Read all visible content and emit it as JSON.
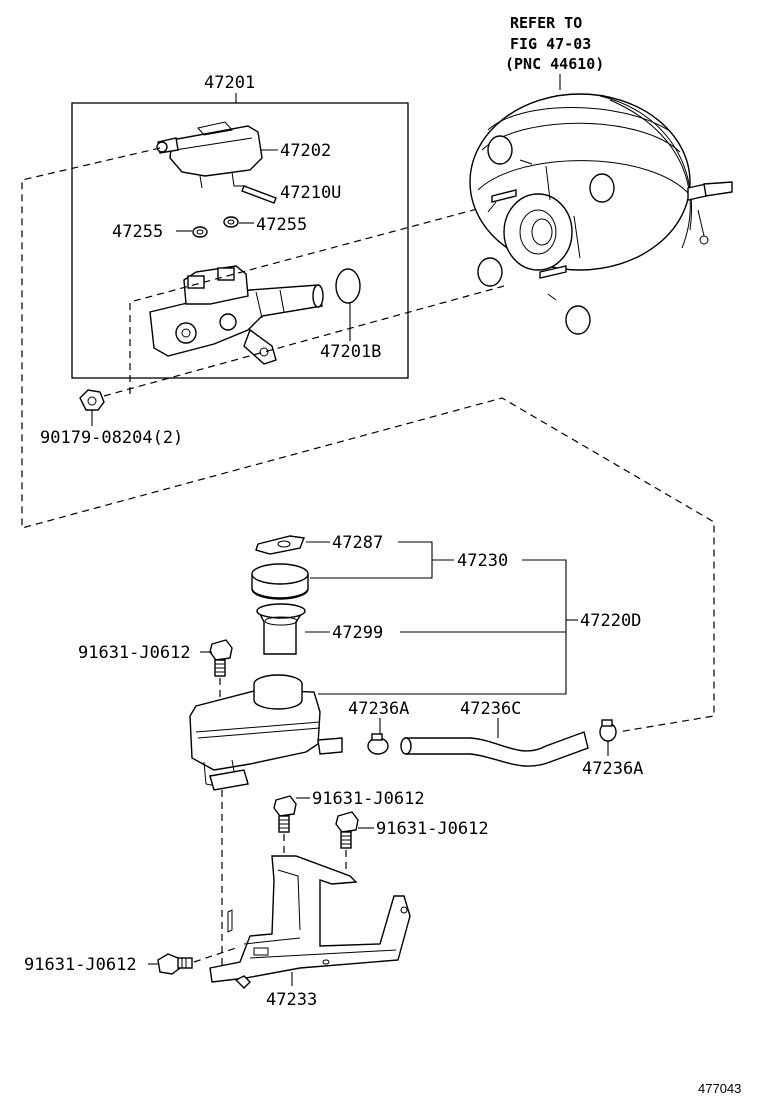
{
  "refer": {
    "line1": "REFER TO",
    "line2": "FIG 47-03",
    "line3": "(PNC 44610)"
  },
  "labels": {
    "p47201": "47201",
    "p47202": "47202",
    "p47210U": "47210U",
    "p47255_left": "47255",
    "p47255_right": "47255",
    "p47201B": "47201B",
    "p90179": "90179-08204(2)",
    "p47287": "47287",
    "p47230": "47230",
    "p47299": "47299",
    "p47220D": "47220D",
    "p91631_a": "91631-J0612",
    "p47236A_a": "47236A",
    "p47236C": "47236C",
    "p47236A_b": "47236A",
    "p91631_b": "91631-J0612",
    "p91631_c": "91631-J0612",
    "p91631_d": "91631-J0612",
    "p47233": "47233"
  },
  "figure_number": "477043"
}
